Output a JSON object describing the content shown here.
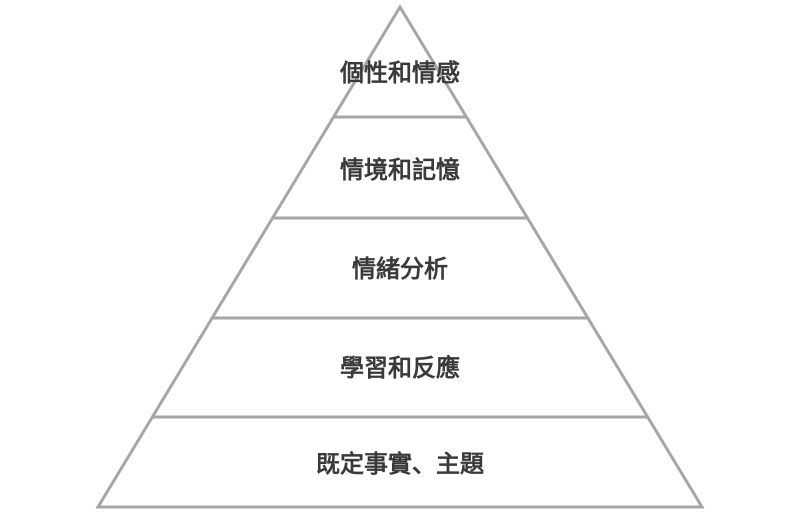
{
  "pyramid": {
    "tiers": [
      {
        "label": "個性和情感"
      },
      {
        "label": "情境和記憶"
      },
      {
        "label": "情緒分析"
      },
      {
        "label": "學習和反應"
      },
      {
        "label": "既定事實、主題"
      }
    ],
    "colors": {
      "outline": "#a6a6a6",
      "text": "#3a3a3a",
      "background": "#ffffff"
    }
  }
}
